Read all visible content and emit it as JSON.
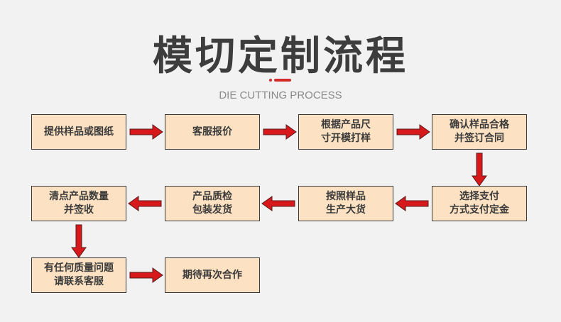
{
  "title": "模切定制流程",
  "subtitle": "DIE CUTTING PROCESS",
  "colors": {
    "box": "#fce2c3",
    "arrow": "#d7191c",
    "title": "#3d3d3d"
  },
  "steps": [
    {
      "l1": "提供样品或图纸",
      "l2": ""
    },
    {
      "l1": "客服报价",
      "l2": ""
    },
    {
      "l1": "根据产品尺",
      "l2": "寸开模打样"
    },
    {
      "l1": "确认样品合格",
      "l2": "并签订合同"
    },
    {
      "l1": "选择支付",
      "l2": "方式支付定金"
    },
    {
      "l1": "按照样品",
      "l2": "生产大货"
    },
    {
      "l1": "产品质检",
      "l2": "包装发货"
    },
    {
      "l1": "清点产品数量",
      "l2": "并签收"
    },
    {
      "l1": "有任何质量问题",
      "l2": "请联系客服"
    },
    {
      "l1": "期待再次合作",
      "l2": ""
    }
  ]
}
